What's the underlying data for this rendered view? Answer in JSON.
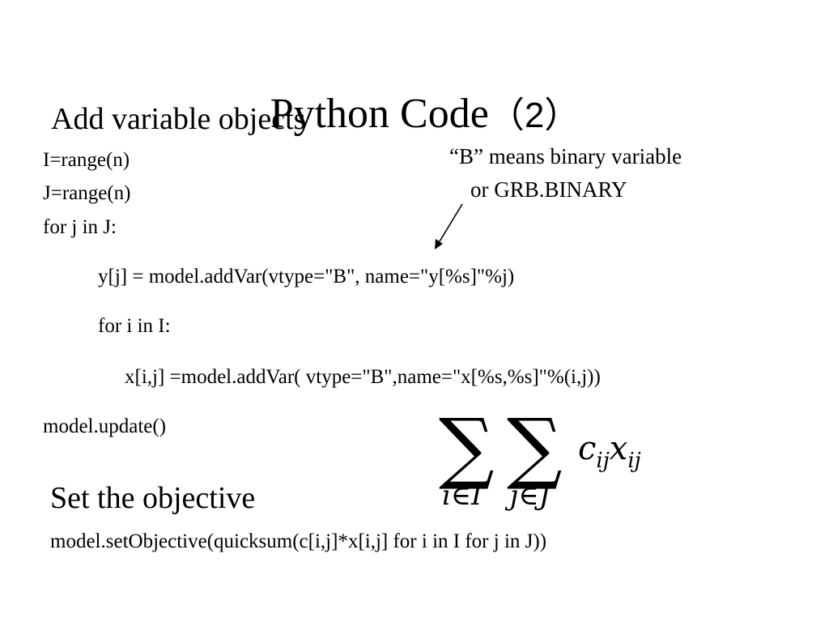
{
  "slide": {
    "title_text": "Python Code",
    "title_paren": "（2）"
  },
  "section1": {
    "heading": "Add variable objects",
    "code": [
      "I=range(n)",
      "J=range(n)",
      "for j in J:",
      "y[j] = model.addVar(vtype=\"B\", name=\"y[%s]\"%j)",
      "for i in I:",
      "x[i,j] =model.addVar( vtype=\"B\",name=\"x[%s,%s]\"%(i,j))",
      "model.update()"
    ],
    "note": {
      "line1": "“B” means binary variable",
      "line2": "or GRB.BINARY"
    }
  },
  "formula": {
    "sigma1": "∑",
    "sigma2": "∑",
    "sub1": "i∈I",
    "sub2": "j∈J",
    "c": "c",
    "c_sub": "ij",
    "x": "x",
    "x_sub": "ij"
  },
  "section2": {
    "heading": "Set the objective",
    "code": "model.setObjective(quicksum(c[i,j]*x[i,j] for i in I for j in J))"
  }
}
